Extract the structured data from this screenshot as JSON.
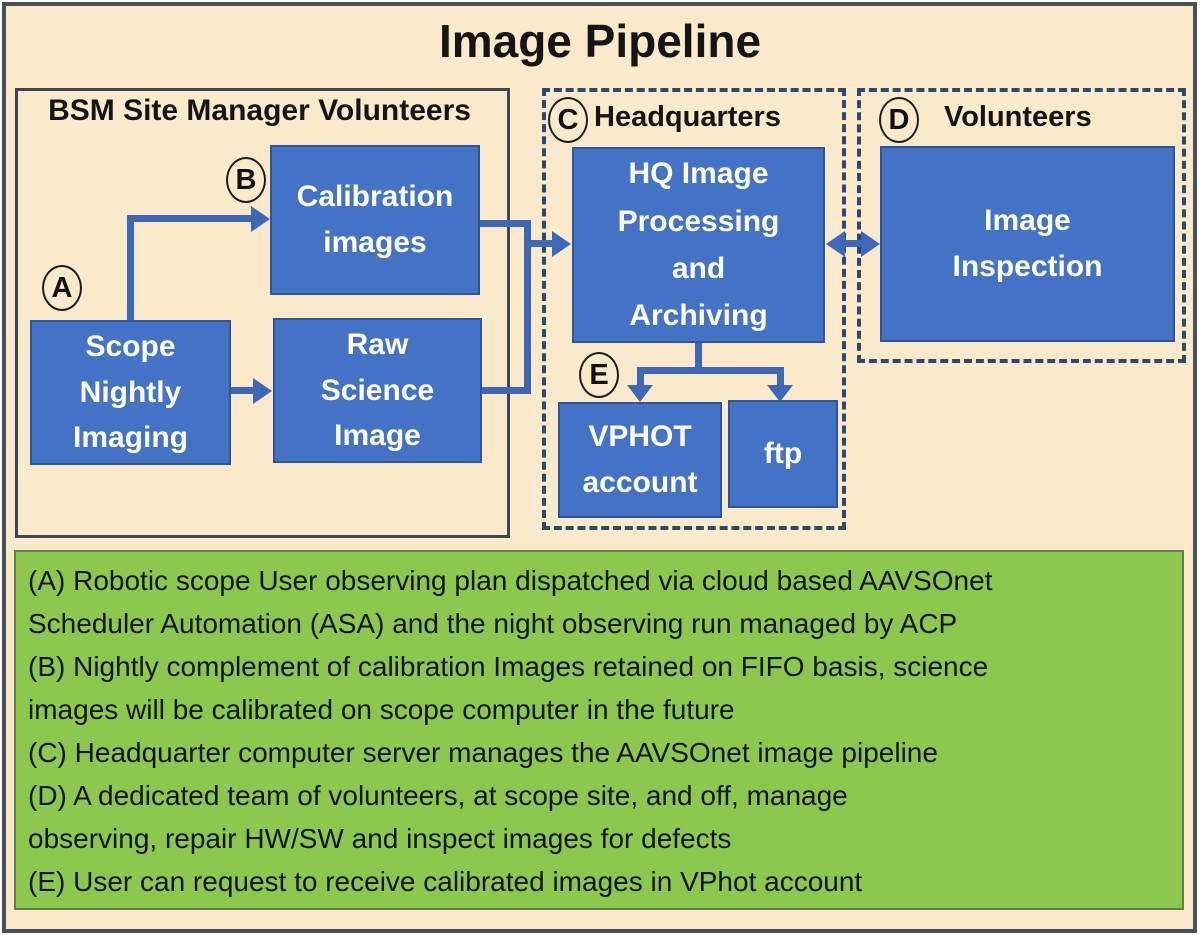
{
  "title": "Image Pipeline",
  "colors": {
    "background_cream": "#FAEACB",
    "outer_border": "#4A4F58",
    "node_blue": "#4472C4",
    "node_border_blue": "#2F5597",
    "arrow_blue": "#3E68B5",
    "dashed_group_border": "#2E4A6B",
    "solid_group_border": "#3D4653",
    "green_panel": "#8DC84E",
    "green_panel_border": "#647E45",
    "text_dark": "#151515",
    "node_text_white": "#FFFFFF"
  },
  "groups": {
    "bsm": {
      "label": "BSM Site Manager Volunteers"
    },
    "headquarters": {
      "badge": "C",
      "label": "Headquarters"
    },
    "volunteers": {
      "badge": "D",
      "label": "Volunteers"
    }
  },
  "badges": {
    "a": "A",
    "b": "B",
    "e": "E"
  },
  "nodes": {
    "scope": "Scope\nNightly\nImaging",
    "calibration": "Calibration\nimages",
    "raw": "Raw\nScience\nImage",
    "hq": "HQ Image\nProcessing\nand\nArchiving",
    "vphot": "VPHOT\naccount",
    "ftp": "ftp",
    "inspection": "Image\nInspection"
  },
  "notes": [
    "(A) Robotic scope User observing plan dispatched via cloud based AAVSOnet\nScheduler Automation (ASA) and the night observing run managed by ACP",
    "(B) Nightly complement of calibration Images retained on FIFO basis, science\nimages will be calibrated on scope computer in the future",
    "(C) Headquarter computer server manages the AAVSOnet image pipeline",
    "(D) A dedicated team of volunteers, at scope site, and off, manage\nobserving, repair HW/SW and inspect images for defects",
    "(E) User can request to receive calibrated images in VPhot account"
  ]
}
